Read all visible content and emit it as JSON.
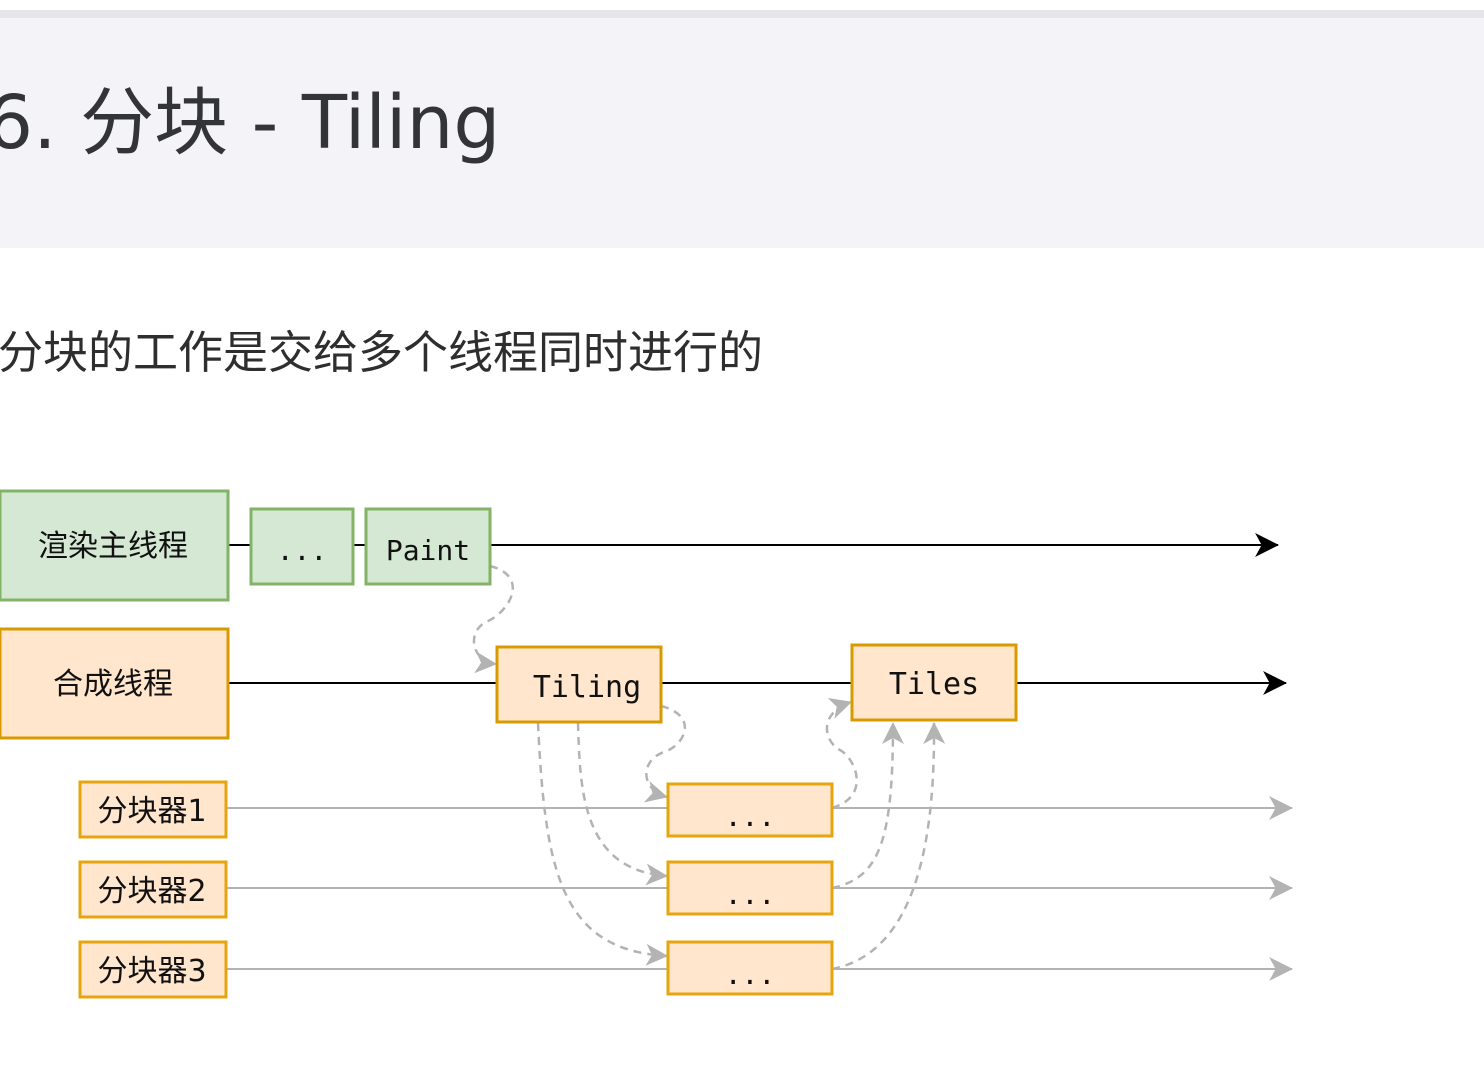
{
  "header": {
    "title": "6. 分块 - Tiling"
  },
  "description": "分块的工作是交给多个线程同时进行的",
  "diagram": {
    "threads": {
      "main": "渲染主线程",
      "compositor": "合成线程",
      "tiler1": "分块器1",
      "tiler2": "分块器2",
      "tiler3": "分块器3"
    },
    "tasks": {
      "main_ellipsis": "...",
      "paint": "Paint",
      "tiling": "Tiling",
      "tiles": "Tiles",
      "tiler1_work": "...",
      "tiler2_work": "...",
      "tiler3_work": "..."
    },
    "colors": {
      "green_fill": "#d5e8d4",
      "green_stroke": "#82b366",
      "orange_fill": "#ffe6cc",
      "orange_stroke": "#d79b00",
      "tiler_stroke": "#e6a40d",
      "gray_line": "#b3b3b3",
      "black_line": "#000000"
    }
  }
}
